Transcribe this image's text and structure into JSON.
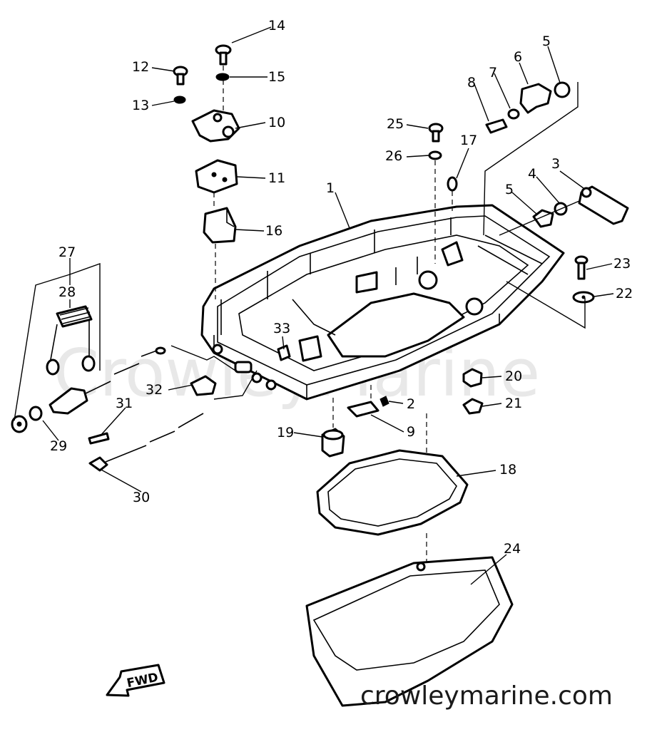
{
  "diagram": {
    "watermark_text": "CrowleyMarine",
    "site_text": "crowleymarine.com",
    "direction_label": "FWD",
    "callouts": [
      "1",
      "2",
      "3",
      "4",
      "5",
      "5",
      "6",
      "7",
      "8",
      "9",
      "10",
      "11",
      "12",
      "13",
      "14",
      "15",
      "16",
      "17",
      "18",
      "19",
      "20",
      "21",
      "22",
      "23",
      "24",
      "25",
      "26",
      "27",
      "28",
      "29",
      "30",
      "31",
      "32",
      "33"
    ]
  }
}
